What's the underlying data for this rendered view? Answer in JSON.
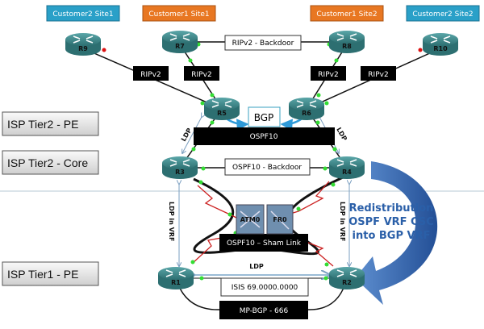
{
  "sites": [
    "Customer2 Site1",
    "Customer1 Site1",
    "Customer1 Site2",
    "Customer2 Site2"
  ],
  "site_colors": {
    "customer1": "#e87722",
    "customer2": "#2aa0c8"
  },
  "tiers": [
    "ISP Tier2 - PE",
    "ISP Tier2 - Core",
    "ISP Tier1 - PE"
  ],
  "routers": [
    "R9",
    "R7",
    "R8",
    "R10",
    "R5",
    "R6",
    "R3",
    "R4",
    "R1",
    "R2"
  ],
  "switches": [
    "ATM0",
    "FR0"
  ],
  "labels": {
    "rip": "RIPv2",
    "rip_backdoor": "RIPv2 - Backdoor",
    "bgp": "BGP",
    "ospf": "OSPF10",
    "ospf_backdoor": "OSPF10 - Backdoor",
    "sham": "OSPF10 – Sham Link",
    "ldp": "LDP",
    "ldp_vrf": "LDP in VRF",
    "isis": "ISIS 69.0000.0000",
    "mpbgp": "MP-BGP - 666"
  },
  "redistribution": [
    "Redistribution",
    "OSPF VRF CSC",
    "into BGP VRF"
  ],
  "colors": {
    "router": "#3e8a8c",
    "link_up": "#33dd33",
    "link_down": "#dd1111",
    "arrow": "#2a5fa8",
    "serial": "#cc2222"
  }
}
